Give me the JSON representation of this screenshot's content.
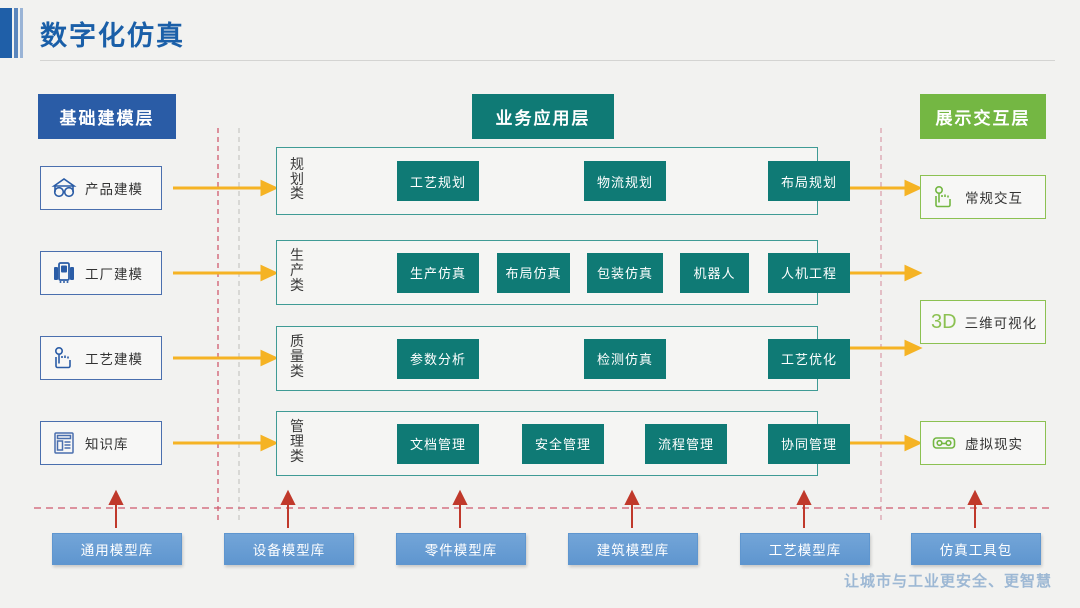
{
  "header": {
    "title": "数字化仿真"
  },
  "columns": {
    "base": {
      "title": "基础建模层",
      "color": "#2a5ca6",
      "items": [
        {
          "label": "产品建模",
          "icon": "cube-model-icon"
        },
        {
          "label": "工厂建模",
          "icon": "factory-icon"
        },
        {
          "label": "工艺建模",
          "icon": "hand-touch-icon"
        },
        {
          "label": "知识库",
          "icon": "document-list-icon"
        }
      ]
    },
    "app": {
      "title": "业务应用层",
      "color": "#0f7a75",
      "rows": [
        {
          "category": "规划类",
          "chips": [
            "工艺规划",
            "物流规划",
            "布局规划"
          ]
        },
        {
          "category": "生产类",
          "chips": [
            "生产仿真",
            "布局仿真",
            "包装仿真",
            "机器人",
            "人机工程"
          ]
        },
        {
          "category": "质量类",
          "chips": [
            "参数分析",
            "检测仿真",
            "工艺优化"
          ]
        },
        {
          "category": "管理类",
          "chips": [
            "文档管理",
            "安全管理",
            "流程管理",
            "协同管理"
          ]
        }
      ]
    },
    "show": {
      "title": "展示交互层",
      "color": "#74b743",
      "items": [
        {
          "label": "常规交互",
          "icon": "hand-touch-icon",
          "badge": ""
        },
        {
          "label": "三维可视化",
          "icon": "",
          "badge": "3D"
        },
        {
          "label": "虚拟现实",
          "icon": "vr-goggles-icon",
          "badge": ""
        }
      ]
    }
  },
  "bottom": {
    "boxes": [
      "通用模型库",
      "设备模型库",
      "零件模型库",
      "建筑模型库",
      "工艺模型库",
      "仿真工具包"
    ]
  },
  "footer": {
    "slogan": "让城市与工业更安全、更智慧"
  },
  "colors": {
    "blue": "#2a5ca6",
    "teal": "#0f7a75",
    "green": "#74b743",
    "arrow_orange": "#f5b324",
    "arrow_red": "#c0392b",
    "dash_pink": "#d05a6e",
    "bottom_blue": "#6fa1d6",
    "background": "#f2f2f0"
  }
}
